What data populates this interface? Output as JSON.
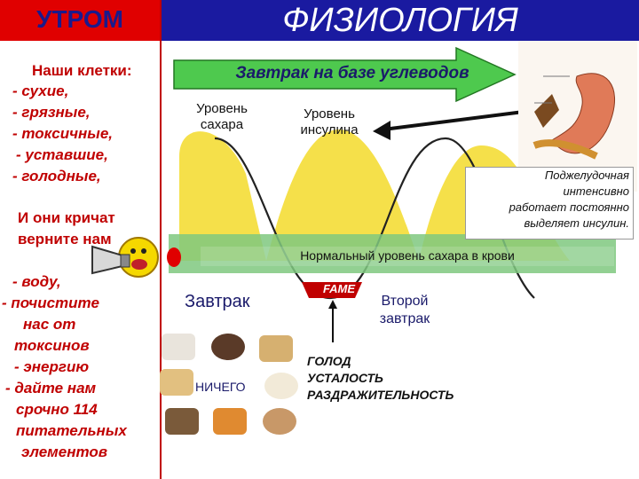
{
  "left": {
    "title": "УТРОМ",
    "heading": "Наши клетки:",
    "cell_states": [
      "- сухие,",
      "- грязные,",
      "- токсичные,",
      "- уставшие,",
      "- голодные,"
    ],
    "cry_lines": [
      "И они кричат",
      "верните нам"
    ],
    "demands": [
      "- воду,",
      "- почистите",
      "нас от",
      "токсинов",
      "- энергию",
      "- дайте нам",
      "срочно 114",
      "питательных",
      "элементов"
    ]
  },
  "header": {
    "title": "ФИЗИОЛОГИЯ"
  },
  "diagram": {
    "arrow_label": "Завтрак на базе углеводов",
    "sugar_level": [
      "Уровень",
      "сахара"
    ],
    "insulin_level": [
      "Уровень",
      "инсулина"
    ],
    "pancreas_note": [
      "Поджелудочная",
      "интенсивно",
      "работает постоянно",
      "выделяет инсулин."
    ],
    "normal_band": "Нормальный  уровень сахара в крови",
    "breakfast": "Завтрак",
    "fame_stamp": "FAME",
    "second_breakfast": [
      "Второй",
      "завтрак"
    ],
    "nothing": "НИЧЕГО",
    "symptoms": [
      "ГОЛОД",
      "УСТАЛОСТЬ",
      "РАЗДРАЖИТЕЛЬНОСТЬ"
    ]
  },
  "colors": {
    "title_red": "#e00000",
    "header_blue": "#1a1aa0",
    "arrow_green": "#4ec94e",
    "sugar_yellow": "#f5e04a",
    "band_green": "#7fc87f",
    "text_red": "#c00000"
  },
  "icons": [
    "megaphone-icon",
    "stomach-icon",
    "fame-stamp-icon"
  ]
}
